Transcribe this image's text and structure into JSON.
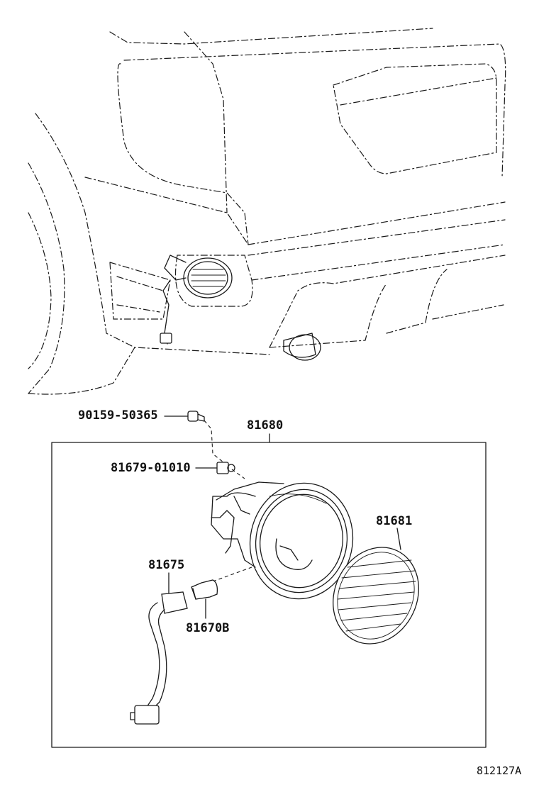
{
  "parts": {
    "screw": "90159-50365",
    "lamp_assembly": "81680",
    "socket_clip": "81679-01010",
    "lens": "81681",
    "socket": "81675",
    "bulb": "81670B"
  },
  "figure_ref": "812127A"
}
